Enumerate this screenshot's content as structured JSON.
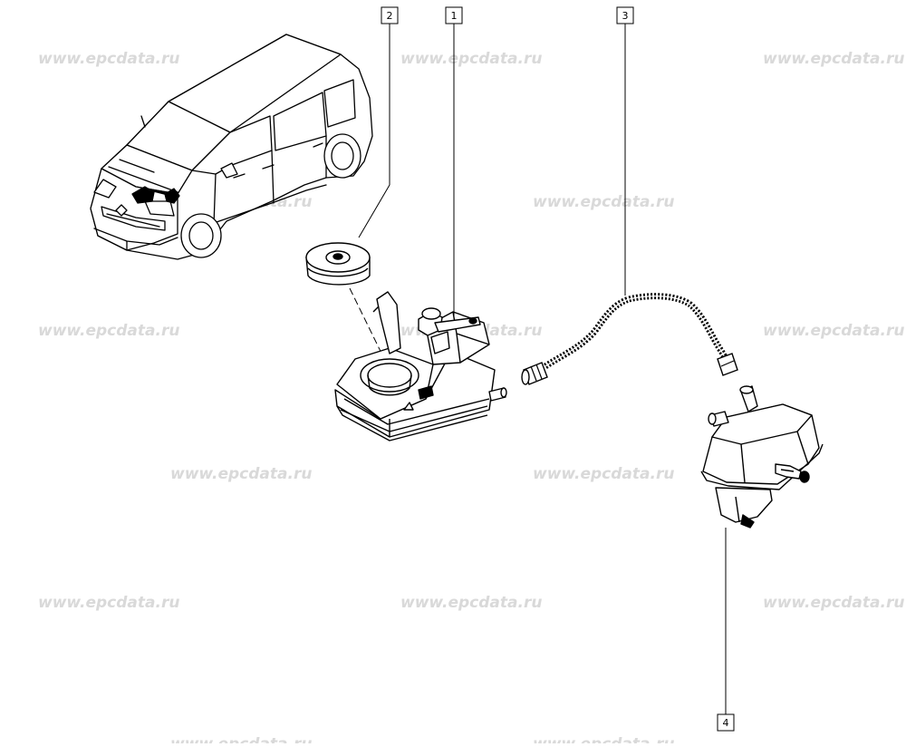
{
  "watermark": "www.epcdata.ru",
  "callouts": {
    "c1": "1",
    "c2": "2",
    "c3": "3",
    "c4": "4"
  },
  "colors": {
    "line": "#000000",
    "watermark": "#d9d9d9",
    "background": "#ffffff"
  }
}
